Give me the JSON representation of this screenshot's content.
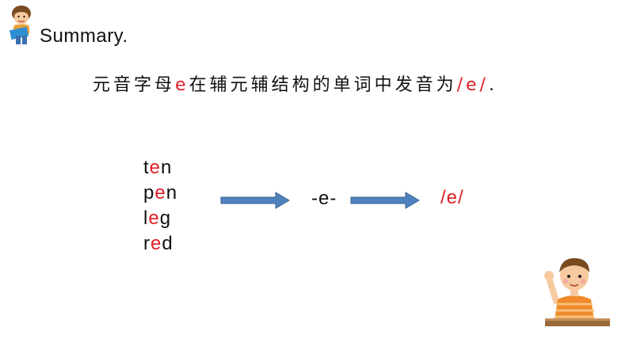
{
  "header": {
    "title": "Summary."
  },
  "rule": {
    "before": "元音字母",
    "letter": "e",
    "middle": "在辅元辅结构的单词中发音为",
    "sound": "/e/",
    "end": "."
  },
  "words": [
    {
      "pre": "t",
      "vowel": "e",
      "post": "n"
    },
    {
      "pre": "p",
      "vowel": "e",
      "post": "n"
    },
    {
      "pre": "l",
      "vowel": "e",
      "post": "g"
    },
    {
      "pre": "r",
      "vowel": "e",
      "post": "d"
    }
  ],
  "middle_label": "-e-",
  "result_sound": "/e/",
  "colors": {
    "accent": "#e01f26",
    "arrow": "#4f81bd"
  },
  "icons": [
    "boy-reading-icon",
    "boy-raising-hand-icon"
  ]
}
